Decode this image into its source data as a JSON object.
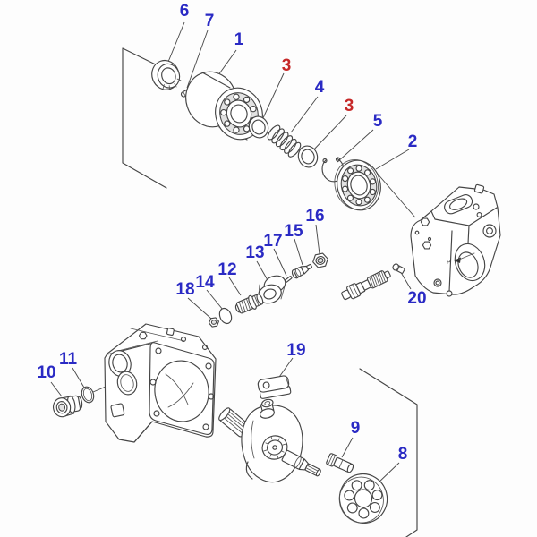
{
  "diagram_type": "exploded-parts-diagram",
  "colors": {
    "background": "#fdfdfd",
    "line_art": "#454545",
    "callout_blue": "#2a2ac4",
    "callout_red": "#c62828"
  },
  "port_label": "P",
  "callouts": [
    {
      "number": "6",
      "color": "#2a2ac4"
    },
    {
      "number": "7",
      "color": "#2a2ac4"
    },
    {
      "number": "1",
      "color": "#2a2ac4"
    },
    {
      "number": "3",
      "color": "#c62828"
    },
    {
      "number": "4",
      "color": "#2a2ac4"
    },
    {
      "number": "3",
      "color": "#c62828"
    },
    {
      "number": "5",
      "color": "#2a2ac4"
    },
    {
      "number": "2",
      "color": "#2a2ac4"
    },
    {
      "number": "16",
      "color": "#2a2ac4"
    },
    {
      "number": "15",
      "color": "#2a2ac4"
    },
    {
      "number": "17",
      "color": "#2a2ac4"
    },
    {
      "number": "13",
      "color": "#2a2ac4"
    },
    {
      "number": "12",
      "color": "#2a2ac4"
    },
    {
      "number": "14",
      "color": "#2a2ac4"
    },
    {
      "number": "18",
      "color": "#2a2ac4"
    },
    {
      "number": "20",
      "color": "#2a2ac4"
    },
    {
      "number": "19",
      "color": "#2a2ac4"
    },
    {
      "number": "10",
      "color": "#2a2ac4"
    },
    {
      "number": "11",
      "color": "#2a2ac4"
    },
    {
      "number": "9",
      "color": "#2a2ac4"
    },
    {
      "number": "8",
      "color": "#2a2ac4"
    }
  ]
}
